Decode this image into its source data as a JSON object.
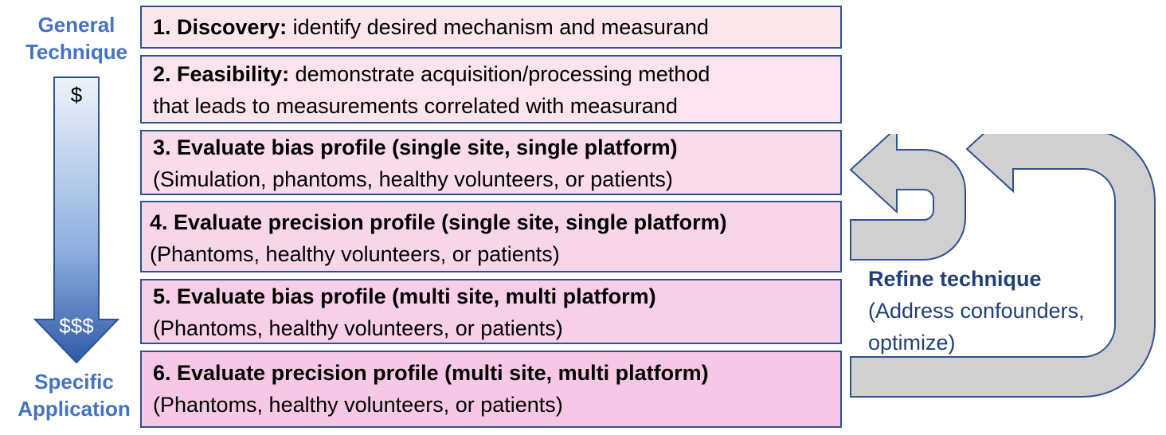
{
  "axis": {
    "top_label": "General\nTechnique",
    "bottom_label": "Specific\nApplication",
    "cost_low": "$",
    "cost_high": "$$$"
  },
  "steps": [
    {
      "title": "1. Discovery:",
      "text": " identify desired mechanism and measurand"
    },
    {
      "title": "2. Feasibility:",
      "text": " demonstrate acquisition/processing method",
      "line2": "that leads to measurements correlated with measurand"
    },
    {
      "title": "3. Evaluate bias profile (single site, single platform)",
      "line2": "(Simulation, phantoms, healthy volunteers, or patients)"
    },
    {
      "title": "4. Evaluate precision profile (single site, single platform)",
      "line2": "(Phantoms, healthy volunteers, or patients)"
    },
    {
      "title": "5. Evaluate bias profile (multi site, multi platform)",
      "line2": "(Phantoms, healthy volunteers, or patients)"
    },
    {
      "title": "6. Evaluate precision profile (multi site, multi platform)",
      "line2": "(Phantoms, healthy volunteers, or patients)"
    }
  ],
  "refine": {
    "title": "Refine technique",
    "line1": "(Address confounders,",
    "line2": "optimize)"
  },
  "colors": {
    "accent_blue": "#4472c4",
    "box_border": "#2f528f",
    "loop_fill": "#d0d0d0",
    "refine_text": "#1f3f7a"
  }
}
